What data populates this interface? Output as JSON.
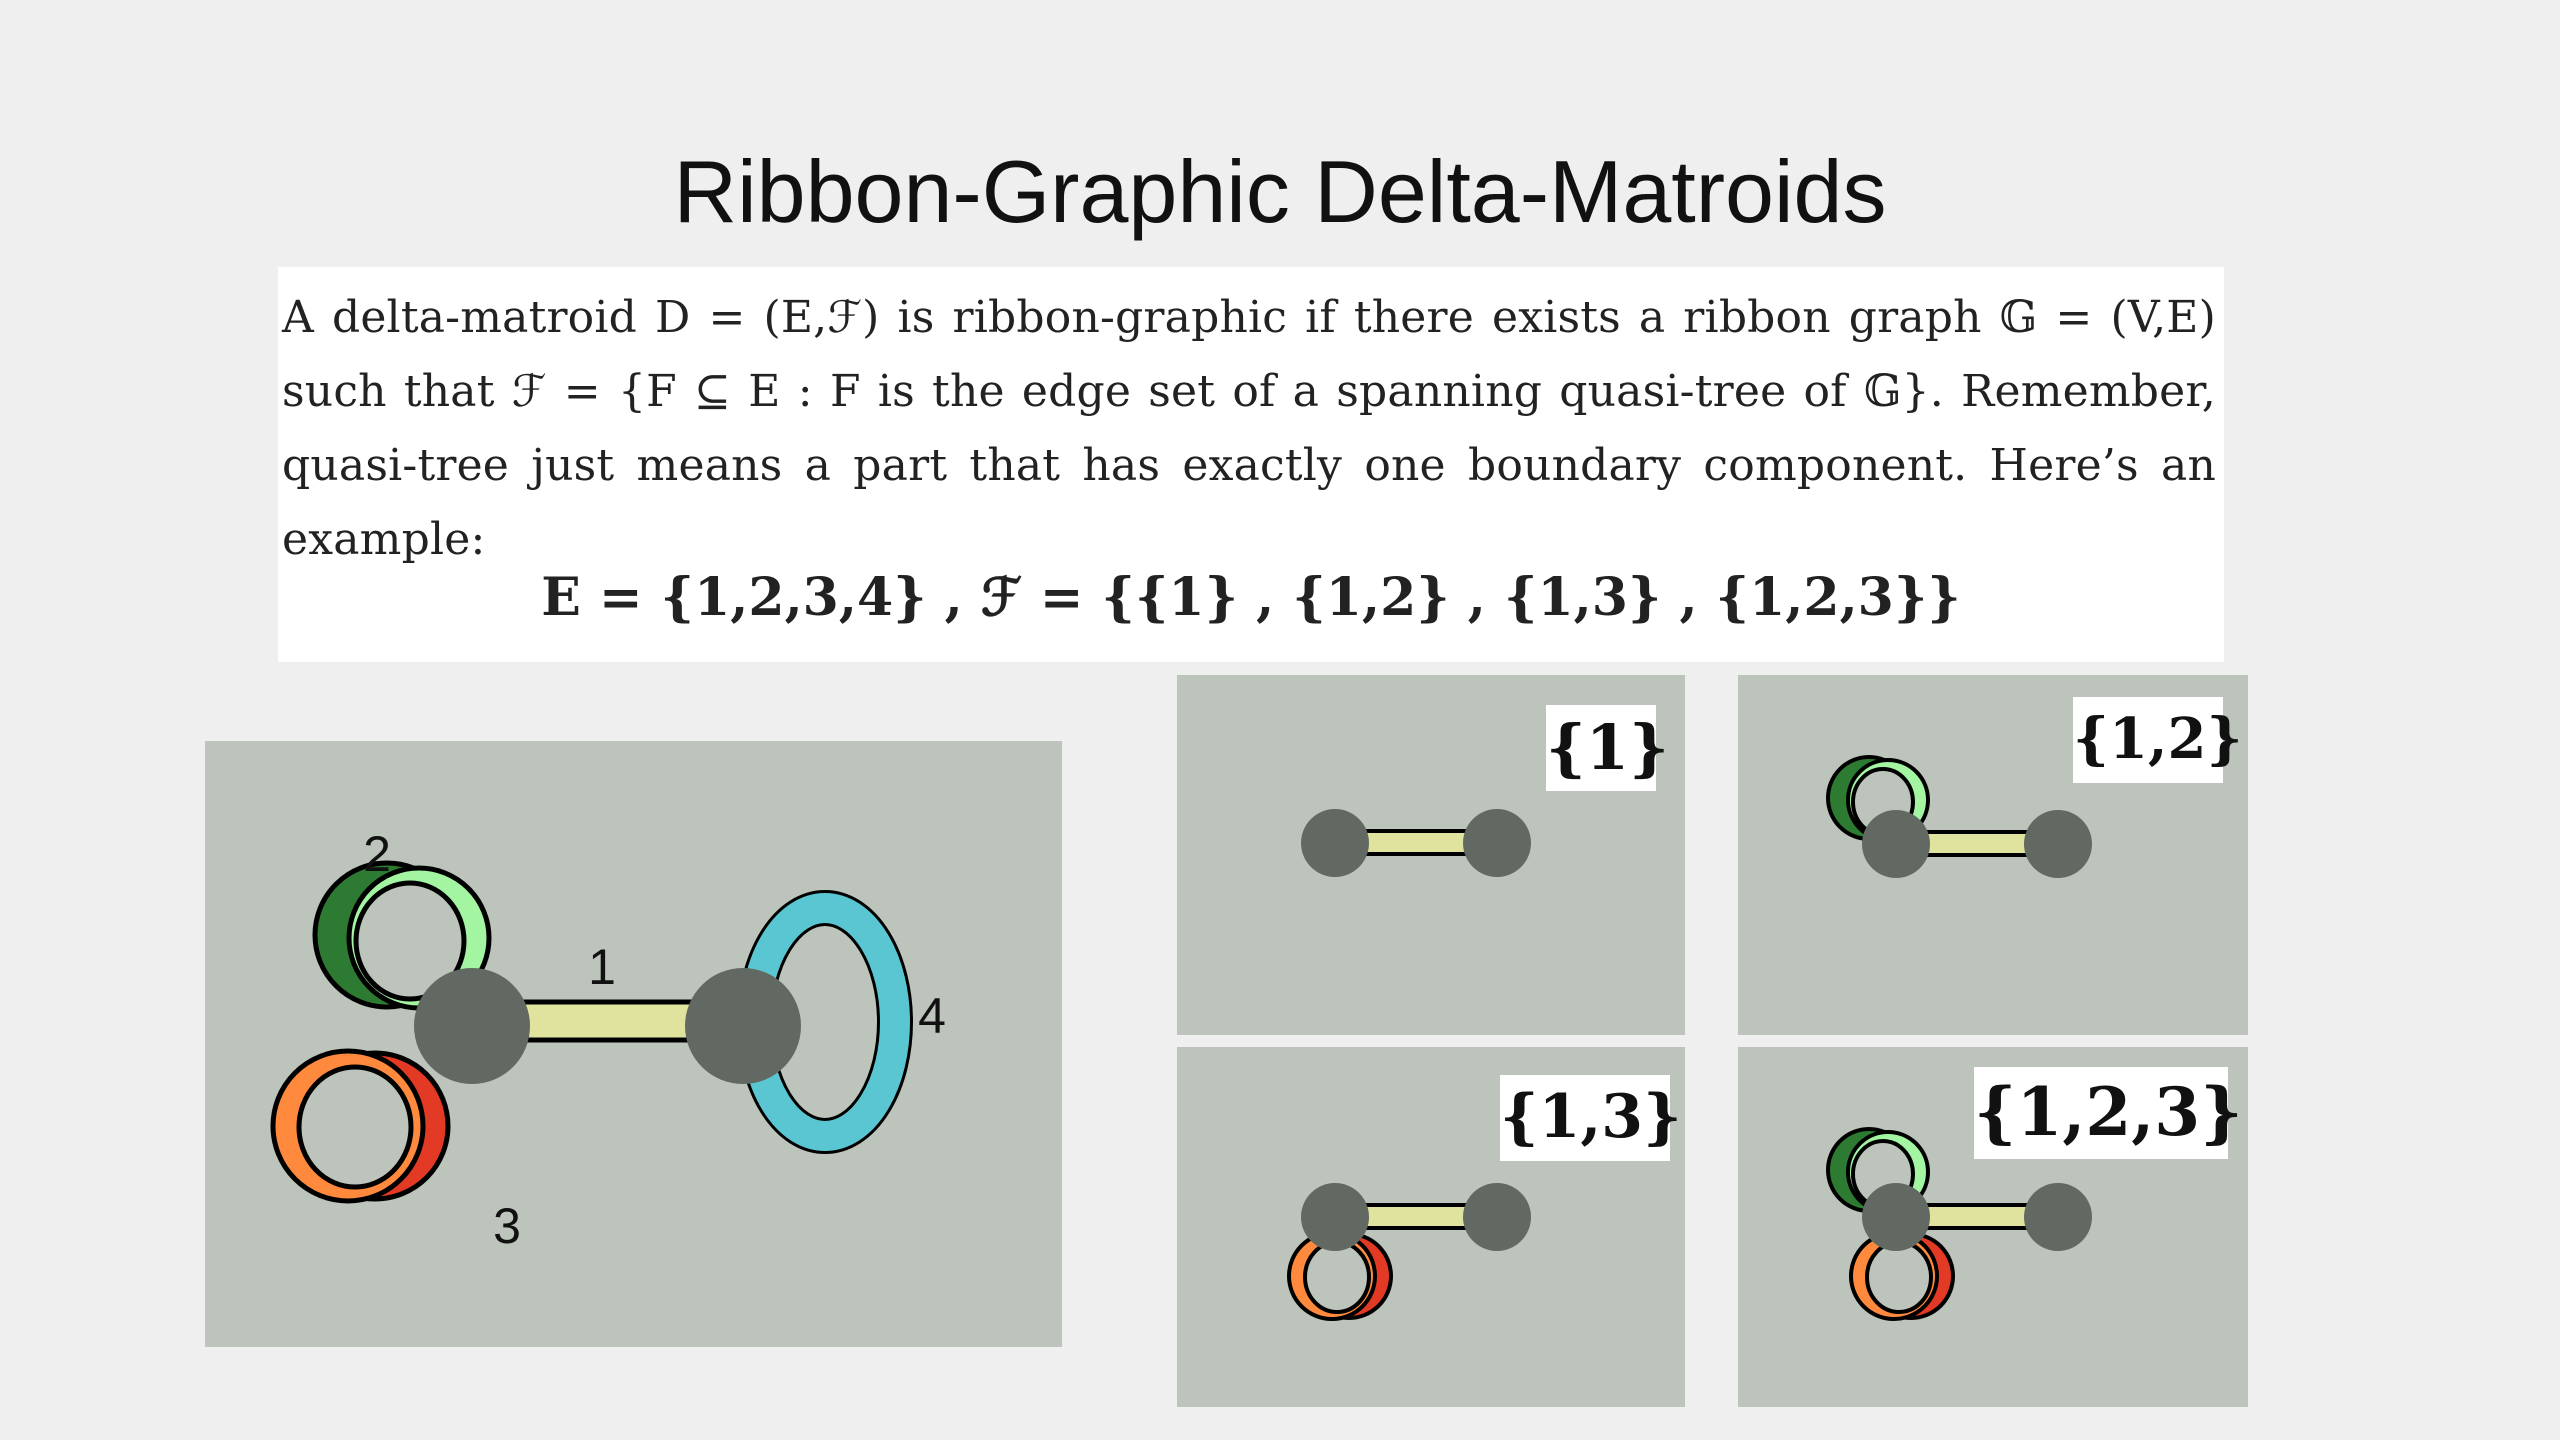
{
  "slide": {
    "title": "Ribbon-Graphic Delta-Matroids",
    "paragraph": "A delta-matroid D = (E,ℱ) is ribbon-graphic if there exists a ribbon graph 𝔾 = (V,E) such that ℱ = {F ⊆ E : F is the edge set of a spanning quasi-tree of 𝔾}. Remember, quasi-tree just means a part that has exactly one boundary component. Here’s an example:",
    "equation": "E = {1,2,3,4} , ℱ = {{1} , {1,2} , {1,3} , {1,2,3}}"
  },
  "main_graph": {
    "edge_labels": [
      "1",
      "2",
      "3",
      "4"
    ]
  },
  "subsets": [
    {
      "label": "{1}"
    },
    {
      "label": "{1,2}"
    },
    {
      "label": "{1,3}"
    },
    {
      "label": "{1,2,3}"
    }
  ],
  "colors": {
    "background": "#efefef",
    "panel": "#bcc4bb",
    "vertex": "#626862",
    "edge1": "#dfe39e",
    "edge2_dark": "#2d7a32",
    "edge2_light": "#a4f5a2",
    "edge3_dark": "#e23a24",
    "edge3_light": "#ff8a3d",
    "edge4": "#5ac6d2"
  }
}
